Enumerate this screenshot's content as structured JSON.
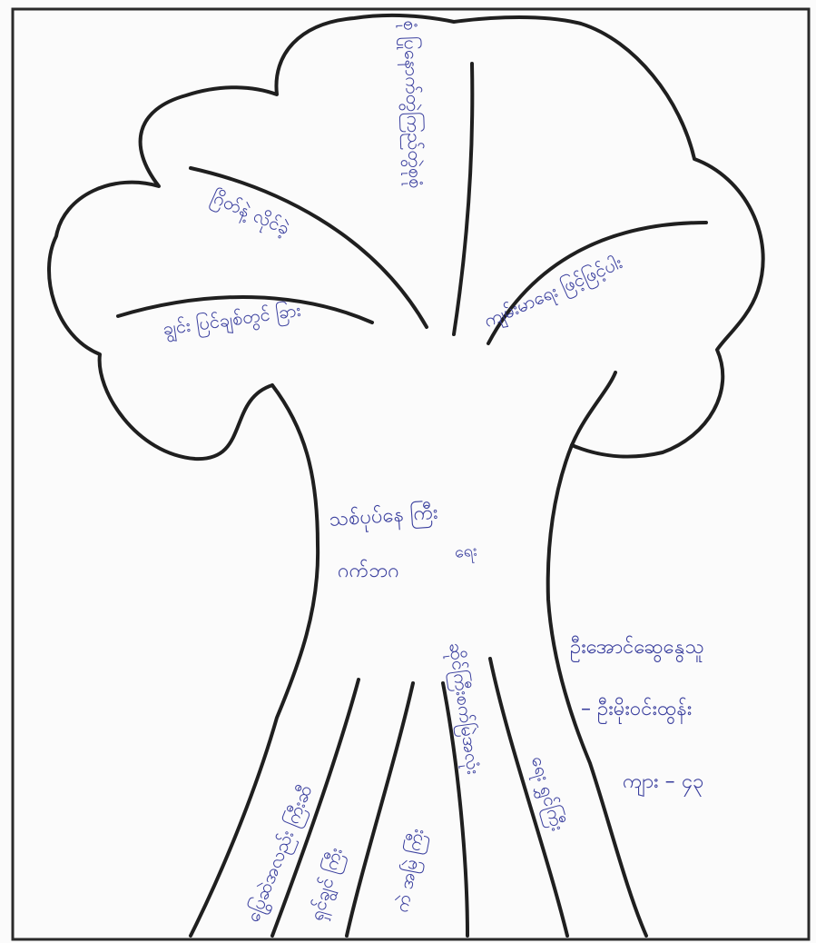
{
  "diagram": {
    "trunk": {
      "line_1": "သစ်ပုပ်နေ ကြီး",
      "line_2": "ရေး",
      "line_3": "ဂက်ဘဂ"
    },
    "leaves": [
      {
        "text": "ချွင်း ပြင်ချစ်တွင် ခြား"
      },
      {
        "text": "ဂြိတ်နဲ့ လိုင်ခဲ့"
      },
      {
        "text": "စုံ ပြုနောက်တွဲကြည်တွဲစုစုံ"
      },
      {
        "text": "ကျမ်းမာရေး ဖြင့်ဖြင့်ပါး"
      }
    ],
    "roots": [
      {
        "text": "ပြွေဆဲအလည်း ကြီးဆီ"
      },
      {
        "text": "ရှင်ချွင် ကြီး"
      },
      {
        "text": "ကဲ အမြဲ ကြီး"
      },
      {
        "text": "ဆိုင်ကြီးစက်မြဲအလုံး"
      },
      {
        "text": "ရေး ရွှင်ကြီး"
      }
    ],
    "author": {
      "line_1": "ဦးအောင်ဆွေနွေသူ",
      "line_2": "– ဦးမိုးဝင်းထွန်း",
      "line_3": "ကျား – ၄၃"
    }
  }
}
